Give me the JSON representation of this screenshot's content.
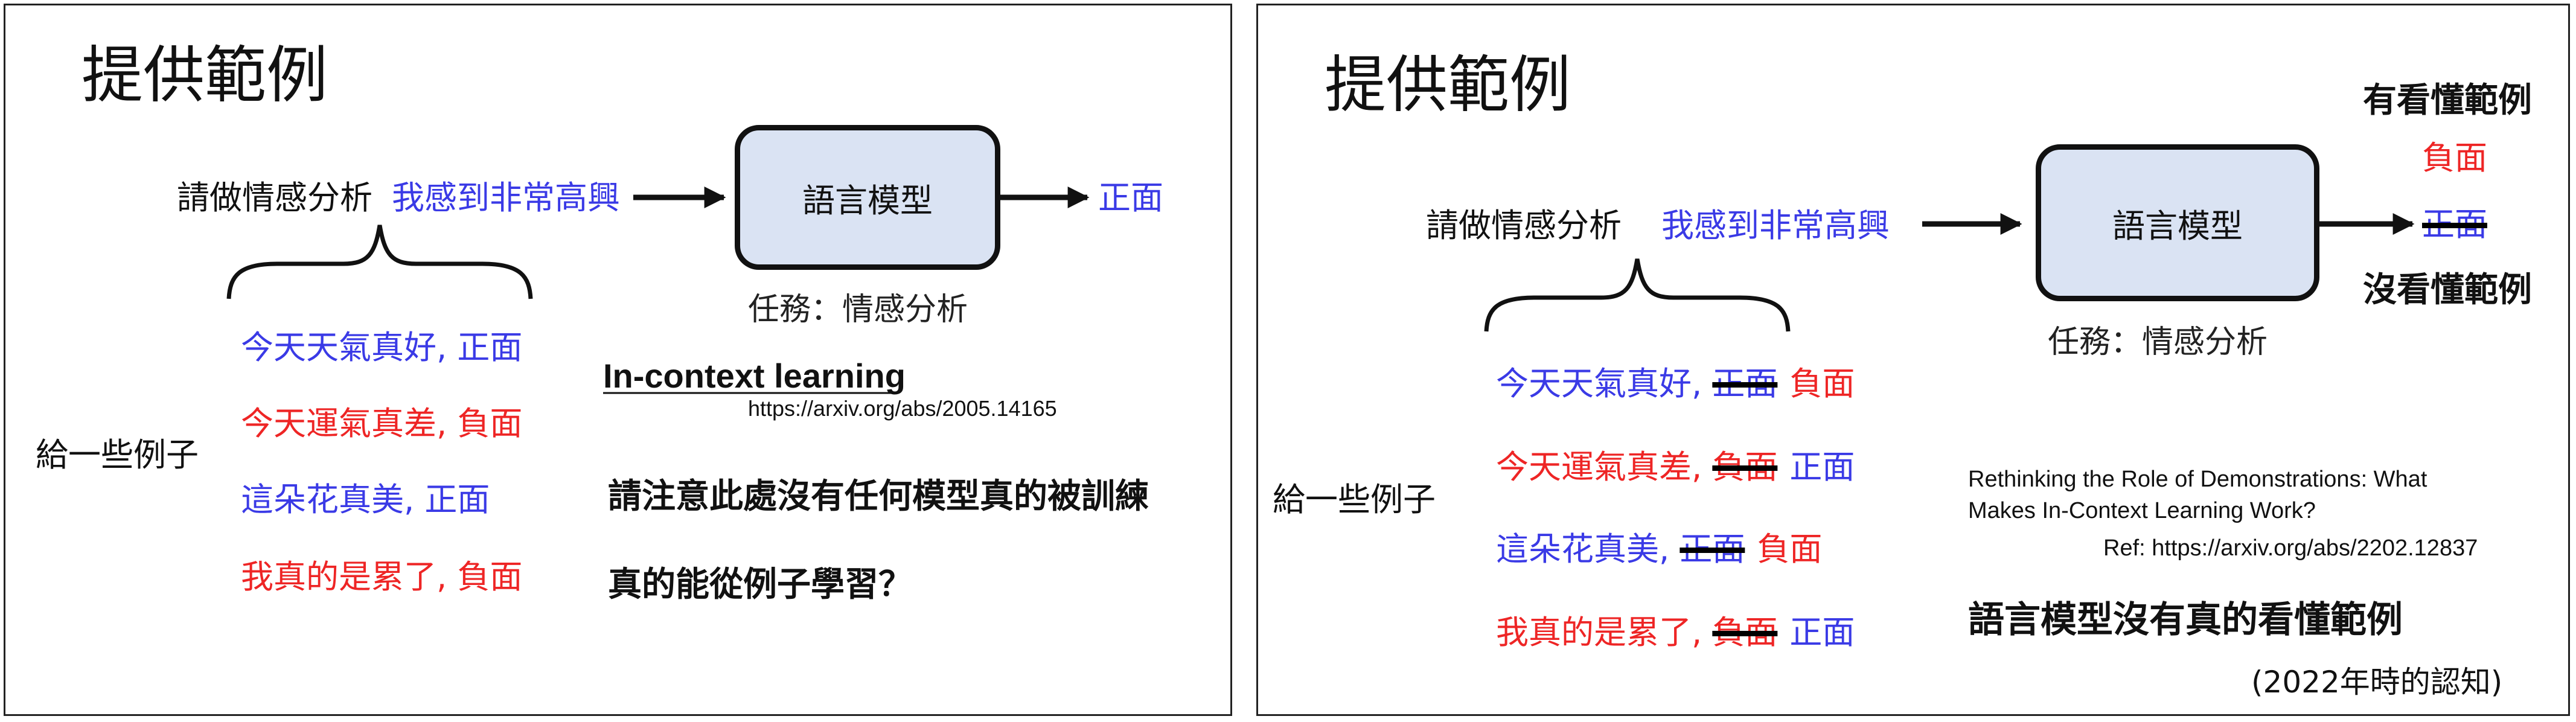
{
  "left": {
    "title": "提供範例",
    "prompt_text": "請做情感分析",
    "input_text": "我感到非常高興",
    "model_label": "語言模型",
    "output_label": "正面",
    "task_label": "任務：情感分析",
    "examples_label": "給一些例子",
    "examples": [
      {
        "text": "今天天氣真好, 正面",
        "color": "#3a3ae6"
      },
      {
        "text": "今天運氣真差, 負面",
        "color": "#ee2525"
      },
      {
        "text": "這朵花真美, 正面",
        "color": "#3a3ae6"
      },
      {
        "text": "我真的是累了, 負面",
        "color": "#ee2525"
      }
    ],
    "icl_title": "In-context learning",
    "icl_url": "https://arxiv.org/abs/2005.14165",
    "note_line1": "請注意此處沒有任何模型真的被訓練",
    "note_line2": "真的能從例子學習？"
  },
  "right": {
    "title": "提供範例",
    "prompt_text": "請做情感分析",
    "input_text": "我感到非常高興",
    "model_label": "語言模型",
    "task_label": "任務：情感分析",
    "examples_label": "給一些例子",
    "examples": [
      {
        "text": "今天天氣真好, ",
        "struck": "正面",
        "replacement": "負面",
        "color": "#3a3ae6",
        "replacement_color": "#ee2525"
      },
      {
        "text": "今天運氣真差, ",
        "struck": "負面",
        "replacement": "正面",
        "color": "#ee2525",
        "replacement_color": "#3a3ae6"
      },
      {
        "text": "這朵花真美, ",
        "struck": "正面",
        "replacement": "負面",
        "color": "#3a3ae6",
        "replacement_color": "#ee2525"
      },
      {
        "text": "我真的是累了, ",
        "struck": "負面",
        "replacement": "正面",
        "color": "#ee2525",
        "replacement_color": "#3a3ae6"
      }
    ],
    "understand_label": "有看懂範例",
    "understand_output": "負面",
    "not_understand_output": "正面",
    "not_understand_label": "沒看懂範例",
    "paper_title_line1": "Rethinking the Role of Demonstrations: What",
    "paper_title_line2": "Makes In-Context Learning Work?",
    "paper_ref": "Ref: https://arxiv.org/abs/2202.12837",
    "conclusion": "語言模型沒有真的看懂範例",
    "year_note": "(2022年時的認知)"
  },
  "colors": {
    "blue": "#3a3ae6",
    "red": "#ee2525",
    "box_fill": "#dae3f3",
    "border": "#111111"
  }
}
